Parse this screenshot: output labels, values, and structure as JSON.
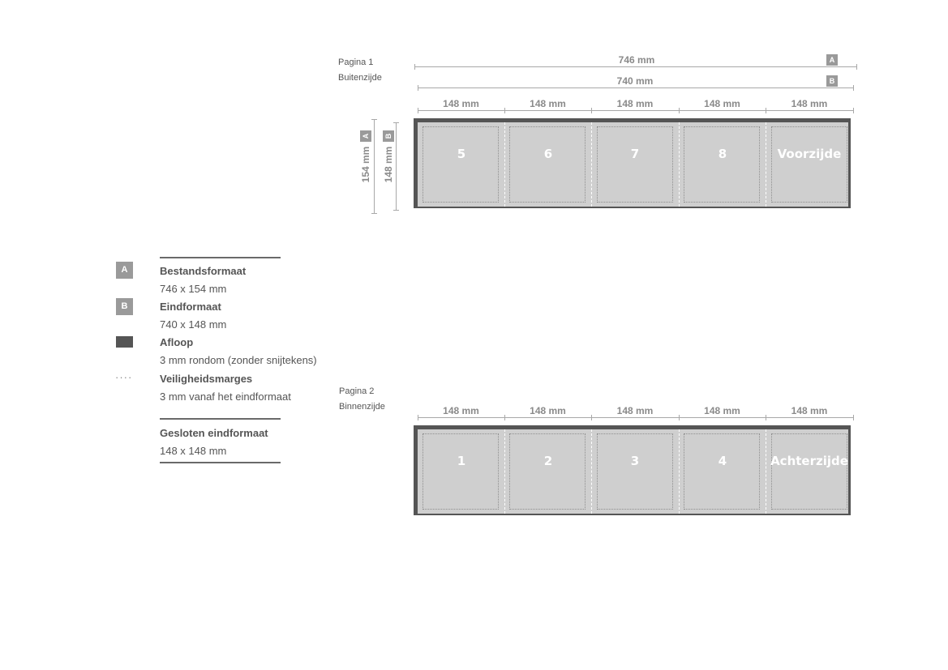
{
  "page1": {
    "label": "Pagina 1",
    "sublabel": "Buitenzijde",
    "dim_a": "746 mm",
    "dim_b": "740 mm",
    "height_a": "154 mm",
    "height_b": "148 mm",
    "badge_a": "A",
    "badge_b": "B",
    "panel_widths": [
      "148 mm",
      "148 mm",
      "148 mm",
      "148 mm",
      "148 mm"
    ],
    "panels": [
      "5",
      "6",
      "7",
      "8",
      "Voorzijde"
    ]
  },
  "page2": {
    "label": "Pagina 2",
    "sublabel": "Binnenzijde",
    "panel_widths": [
      "148 mm",
      "148 mm",
      "148 mm",
      "148 mm",
      "148 mm"
    ],
    "panels": [
      "1",
      "2",
      "3",
      "4",
      "Achterzijde"
    ]
  },
  "legend": {
    "a": {
      "badge": "A",
      "title": "Bestandsformaat",
      "value": "746 x 154 mm"
    },
    "b": {
      "badge": "B",
      "title": "Eindformaat",
      "value": "740 x 148 mm"
    },
    "bleed": {
      "title": "Afloop",
      "value": "3 mm rondom (zonder snijtekens)"
    },
    "safety": {
      "symbol": "····",
      "title": "Veiligheidsmarges",
      "value": "3 mm vanaf het eindformaat"
    },
    "closed": {
      "title": "Gesloten eindformaat",
      "value": "148 x 148 mm"
    }
  },
  "colors": {
    "bleed": "#555555",
    "sheet": "#cfcfcf",
    "badge": "#9a9a9a"
  }
}
